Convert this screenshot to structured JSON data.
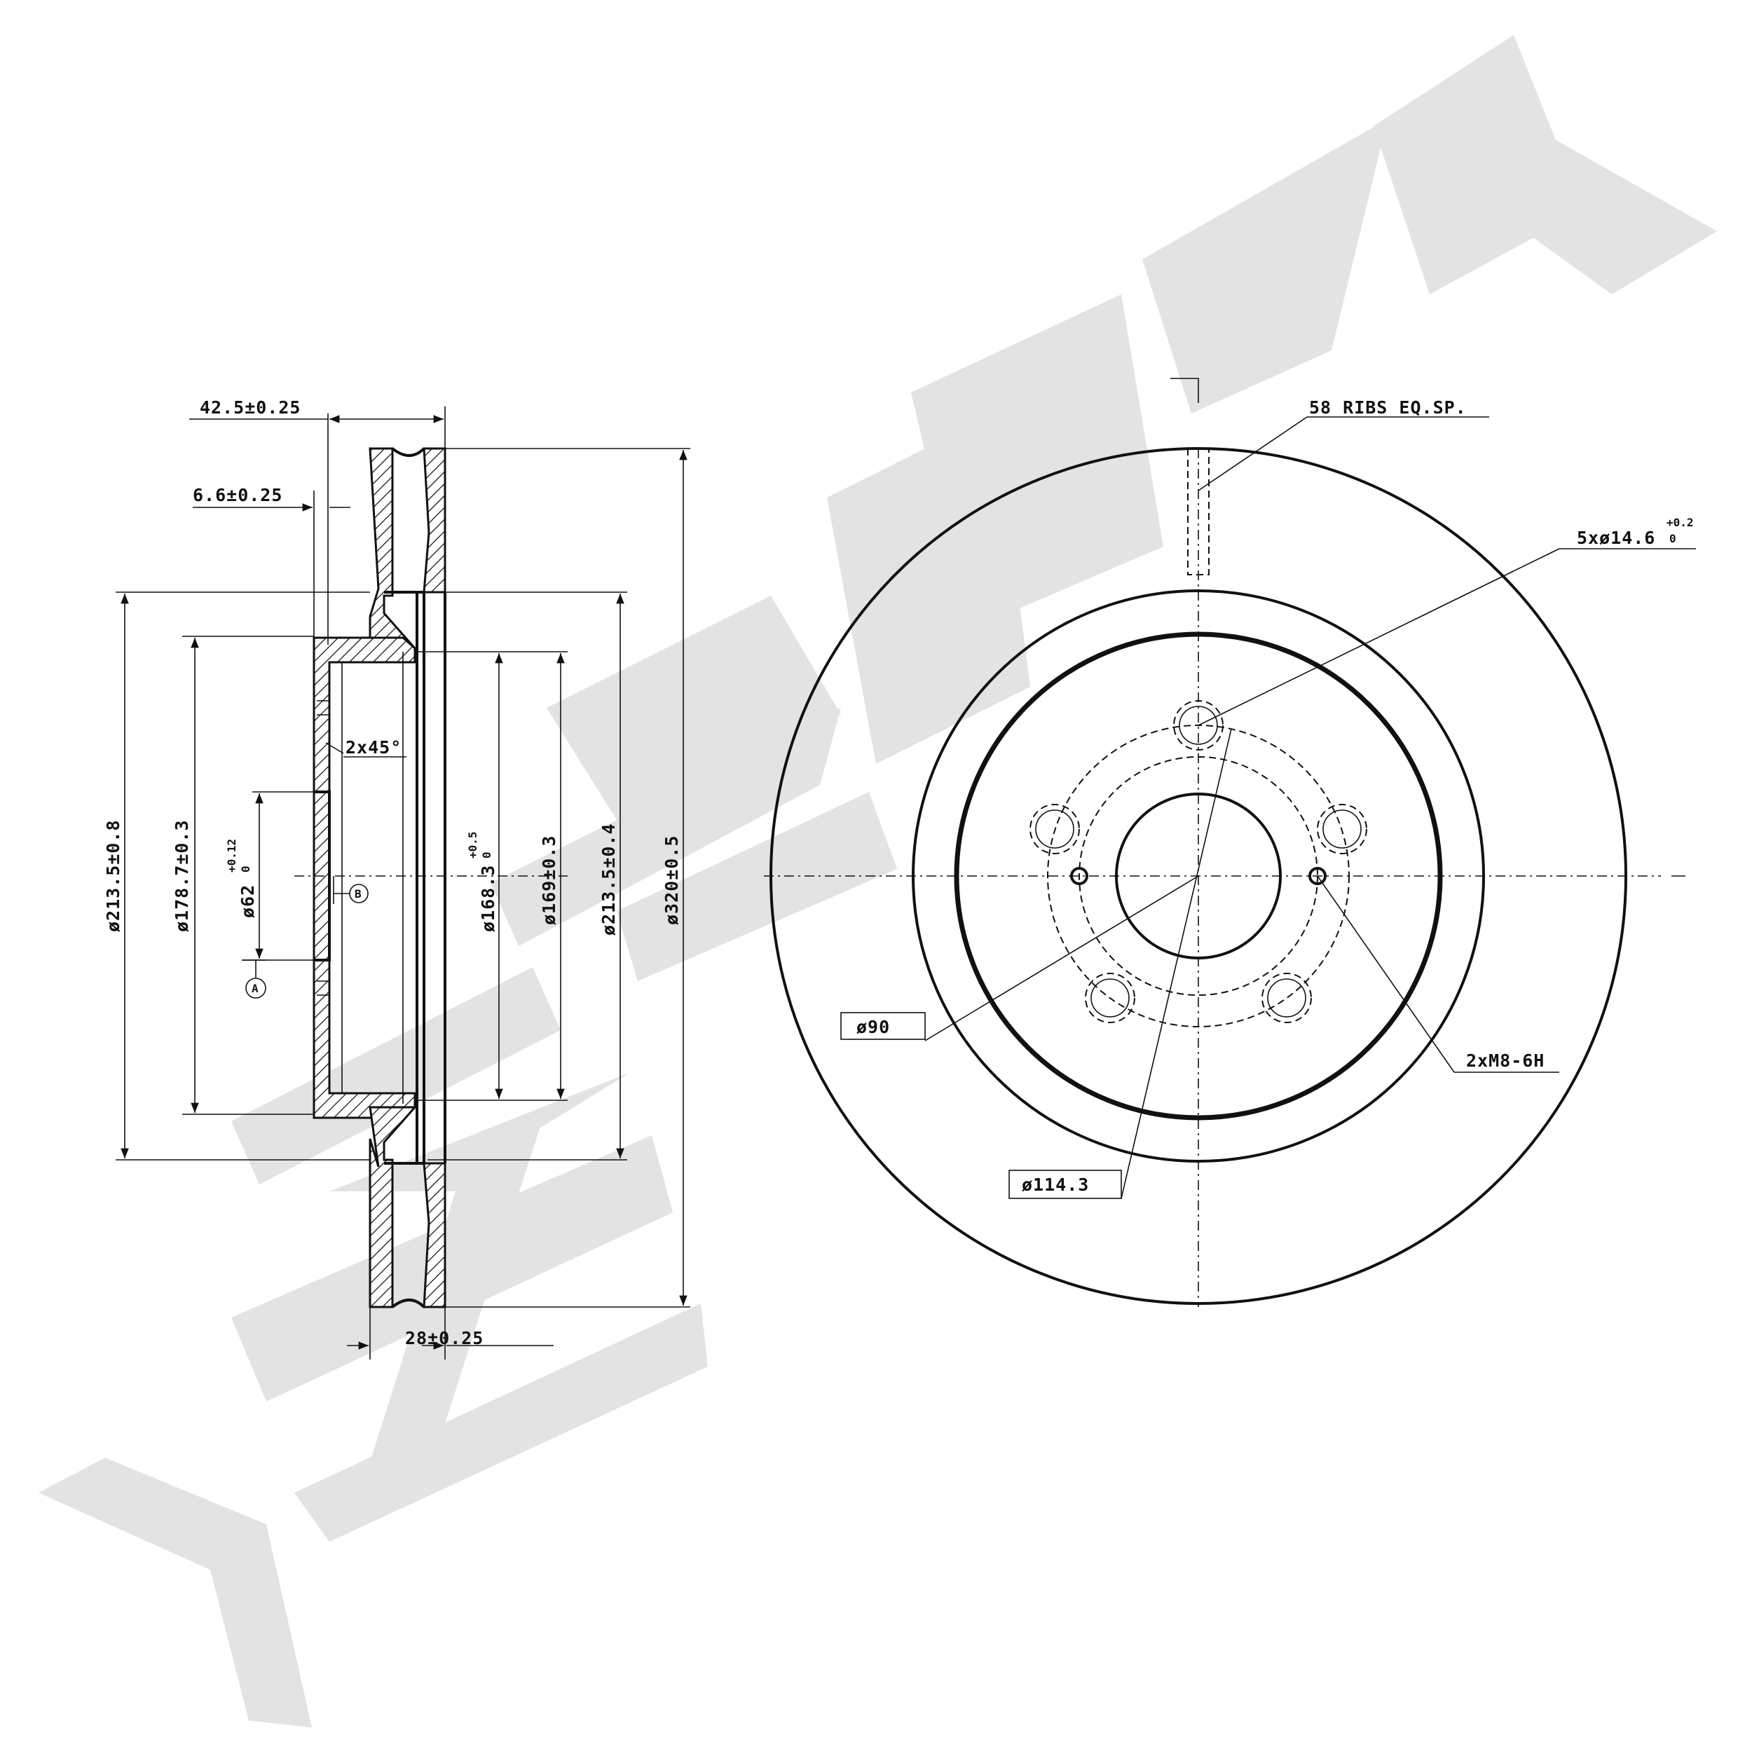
{
  "watermark": {
    "text": "ZENNEK",
    "color": "#e3e3e3"
  },
  "side_view": {
    "dims": {
      "offset_width": "42.5±0.25",
      "hat_thickness": "6.6±0.25",
      "chamfer": "2x45°",
      "hat_outer_dia": "ø213.5±0.8",
      "hat_inner_dia": "ø178.7±0.3",
      "center_bore": "ø62",
      "center_bore_tol_upper": "+0.12",
      "center_bore_tol_lower": "0",
      "inner_dia_1": "ø168.3",
      "inner_dia_1_tol_upper": "+0.5",
      "inner_dia_1_tol_lower": "0",
      "inner_dia_2": "ø169±0.3",
      "friction_inner_dia": "ø213.5±0.4",
      "outer_dia": "ø320±0.5",
      "disc_thickness": "28±0.25"
    },
    "datum_a": "A",
    "datum_b": "B"
  },
  "front_view": {
    "labels": {
      "ribs": "58 RIBS EQ.SP.",
      "bolt_holes": "5xø14.6",
      "bolt_holes_tol_upper": "+0.2",
      "bolt_holes_tol_lower": "0",
      "threaded_holes": "2xM8-6H",
      "bore": "ø90",
      "pcd": "ø114.3"
    }
  }
}
